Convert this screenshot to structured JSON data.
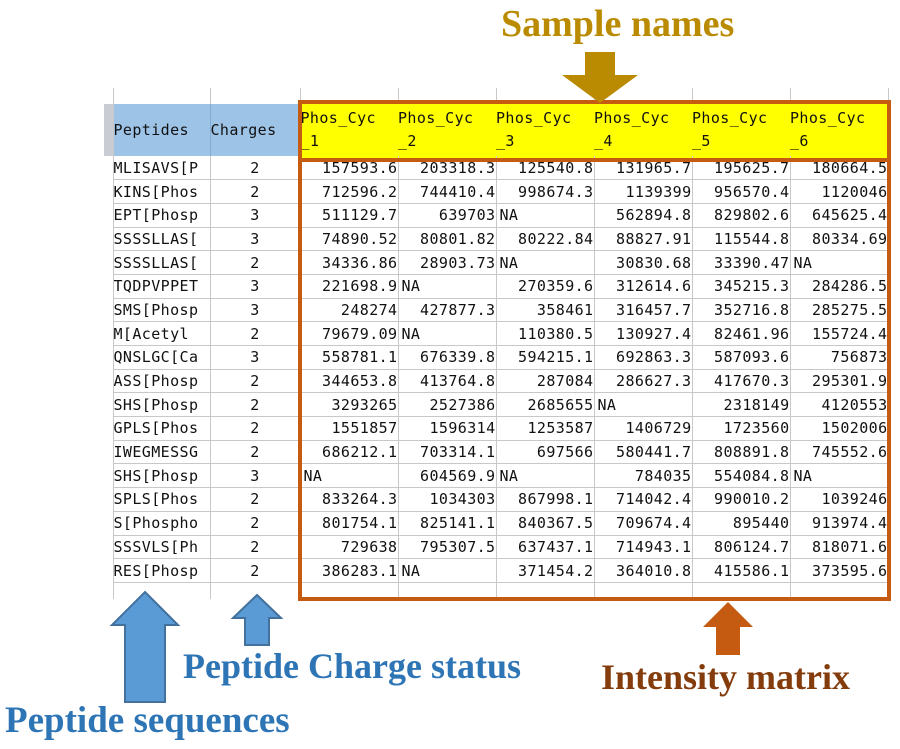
{
  "annotations": {
    "sample_names": {
      "label": "Sample names",
      "color": "#BA8B00"
    },
    "peptide_sequences": {
      "label": "Peptide sequences",
      "color": "#2E75B6"
    },
    "peptide_charge": {
      "label": "Peptide Charge status",
      "color": "#2E75B6"
    },
    "intensity_matrix": {
      "label": "Intensity matrix",
      "color": "#843C0C"
    }
  },
  "table": {
    "peptide_header": "Peptides",
    "charge_header": "Charges",
    "sample_headers": [
      {
        "line1": "Phos_Cyc",
        "line2": "_1"
      },
      {
        "line1": "Phos_Cyc",
        "line2": "_2"
      },
      {
        "line1": "Phos_Cyc",
        "line2": "_3"
      },
      {
        "line1": "Phos_Cyc",
        "line2": "_4"
      },
      {
        "line1": "Phos_Cyc",
        "line2": "_5"
      },
      {
        "line1": "Phos_Cyc",
        "line2": "_6"
      }
    ],
    "rows": [
      {
        "peptide": "MLISAVS[P",
        "charge": "2",
        "values": [
          "157593.6",
          "203318.3",
          "125540.8",
          "131965.7",
          "195625.7",
          "180664.5"
        ]
      },
      {
        "peptide": "KINS[Phos",
        "charge": "2",
        "values": [
          "712596.2",
          "744410.4",
          "998674.3",
          "1139399",
          "956570.4",
          "1120046"
        ]
      },
      {
        "peptide": "EPT[Phosp",
        "charge": "3",
        "values": [
          "511129.7",
          "639703",
          "NA",
          "562894.8",
          "829802.6",
          "645625.4"
        ]
      },
      {
        "peptide": "SSSSLLAS[",
        "charge": "3",
        "values": [
          "74890.52",
          "80801.82",
          "80222.84",
          "88827.91",
          "115544.8",
          "80334.69"
        ]
      },
      {
        "peptide": "SSSSLLAS[",
        "charge": "2",
        "values": [
          "34336.86",
          "28903.73",
          "NA",
          "30830.68",
          "33390.47",
          "NA"
        ]
      },
      {
        "peptide": "TQDPVPPET",
        "charge": "3",
        "values": [
          "221698.9",
          "NA",
          "270359.6",
          "312614.6",
          "345215.3",
          "284286.5"
        ]
      },
      {
        "peptide": "SMS[Phosp",
        "charge": "3",
        "values": [
          "248274",
          "427877.3",
          "358461",
          "316457.7",
          "352716.8",
          "285275.5"
        ]
      },
      {
        "peptide": "M[Acetyl",
        "charge": "2",
        "values": [
          "79679.09",
          "NA",
          "110380.5",
          "130927.4",
          "82461.96",
          "155724.4"
        ]
      },
      {
        "peptide": "QNSLGC[Ca",
        "charge": "3",
        "values": [
          "558781.1",
          "676339.8",
          "594215.1",
          "692863.3",
          "587093.6",
          "756873"
        ]
      },
      {
        "peptide": "ASS[Phosp",
        "charge": "2",
        "values": [
          "344653.8",
          "413764.8",
          "287084",
          "286627.3",
          "417670.3",
          "295301.9"
        ]
      },
      {
        "peptide": "SHS[Phosp",
        "charge": "2",
        "values": [
          "3293265",
          "2527386",
          "2685655",
          "NA",
          "2318149",
          "4120553"
        ]
      },
      {
        "peptide": "GPLS[Phos",
        "charge": "2",
        "values": [
          "1551857",
          "1596314",
          "1253587",
          "1406729",
          "1723560",
          "1502006"
        ]
      },
      {
        "peptide": "IWEGMESSG",
        "charge": "2",
        "values": [
          "686212.1",
          "703314.1",
          "697566",
          "580441.7",
          "808891.8",
          "745552.6"
        ]
      },
      {
        "peptide": "SHS[Phosp",
        "charge": "3",
        "values": [
          "NA",
          "604569.9",
          "NA",
          "784035",
          "554084.8",
          "NA"
        ]
      },
      {
        "peptide": "SPLS[Phos",
        "charge": "2",
        "values": [
          "833264.3",
          "1034303",
          "867998.1",
          "714042.4",
          "990010.2",
          "1039246"
        ]
      },
      {
        "peptide": "S[Phospho",
        "charge": "2",
        "values": [
          "801754.1",
          "825141.1",
          "840367.5",
          "709674.4",
          "895440",
          "913974.4"
        ]
      },
      {
        "peptide": "SSSVLS[Ph",
        "charge": "2",
        "values": [
          "729638",
          "795307.5",
          "637437.1",
          "714943.1",
          "806124.7",
          "818071.6"
        ]
      },
      {
        "peptide": "RES[Phosp",
        "charge": "2",
        "values": [
          "386283.1",
          "NA",
          "371454.2",
          "364010.8",
          "415586.1",
          "373595.6"
        ]
      }
    ]
  },
  "colors": {
    "header_blue": "#9DC3E6",
    "header_yellow": "#FFFF00",
    "matrix_border": "#C55A11",
    "arrow_blue_fill": "#5B9BD5",
    "arrow_blue_stroke": "#41719C",
    "arrow_gold": "#BA8B00",
    "arrow_orange": "#C55A11",
    "gridline": "#C8C8C8"
  }
}
